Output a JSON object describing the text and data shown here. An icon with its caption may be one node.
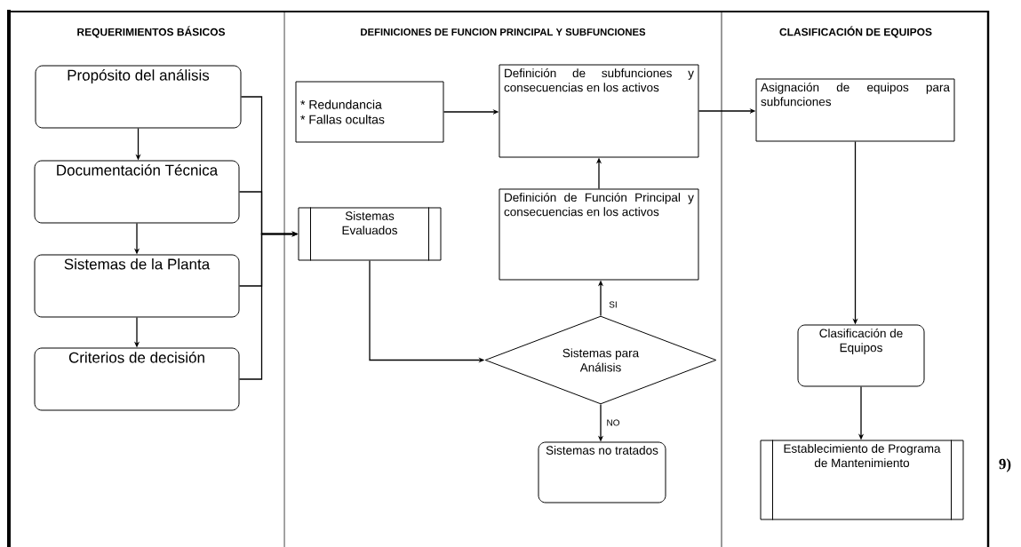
{
  "diagram": {
    "nodes": [
      {
        "text": [
          "Propósito del análisis"
        ]
      },
      {
        "text": [
          "Documentación Técnica"
        ]
      },
      {
        "text": [
          "Sistemas de la Planta"
        ]
      },
      {
        "text": [
          "Criterios de decisión"
        ]
      },
      {
        "text": [
          "* Redundancia",
          "* Fallas ocultas"
        ]
      },
      {
        "text": [
          "Definición de subfunciones y consecuencias en los activos"
        ]
      },
      {
        "text": [
          "Asignación de equipos para subfunciones"
        ]
      },
      {
        "text": [
          "Sistemas Evaluados"
        ]
      },
      {
        "text": [
          "Definición de Función Principal y consecuencias en los activos"
        ]
      },
      {
        "text": [
          "Sistemas para Análisis"
        ]
      },
      {
        "text": [
          "Clasificación de Equipos"
        ]
      },
      {
        "text": [
          "Sistemas no tratados"
        ]
      },
      {
        "text": [
          "Establecimiento de Programa de Mantenimiento"
        ]
      }
    ],
    "edges": [
      {
        "from": 0,
        "to": 1,
        "arrow": "to"
      },
      {
        "from": 1,
        "to": 2,
        "arrow": "to"
      },
      {
        "from": 2,
        "to": 3,
        "arrow": "to"
      },
      {
        "from": 0,
        "to": 7,
        "arrow": "to"
      },
      {
        "from": 1,
        "to": 7,
        "arrow": "to"
      },
      {
        "from": 2,
        "to": 7,
        "arrow": "to"
      },
      {
        "from": 3,
        "to": 7,
        "arrow": "to"
      },
      {
        "from": 4,
        "to": 5,
        "arrow": "to"
      },
      {
        "from": 5,
        "to": 6,
        "arrow": "to"
      },
      {
        "from": 7,
        "to": 9,
        "arrow": "to"
      },
      {
        "from": 8,
        "to": 5,
        "arrow": "to"
      },
      {
        "from": 9,
        "to": 8,
        "arrow": "to",
        "label": "SI"
      },
      {
        "from": 9,
        "to": 11,
        "arrow": "to",
        "label": "NO"
      },
      {
        "from": 6,
        "to": 10,
        "arrow": "to"
      },
      {
        "from": 10,
        "to": 12,
        "arrow": "to"
      }
    ],
    "labels": [
      "REQUERIMIENTOS BÁSICOS",
      "DEFINICIONES DE FUNCION PRINCIPAL Y SUBFUNCIONES",
      "CLASIFICACIÓN DE EQUIPOS",
      "9)"
    ]
  }
}
